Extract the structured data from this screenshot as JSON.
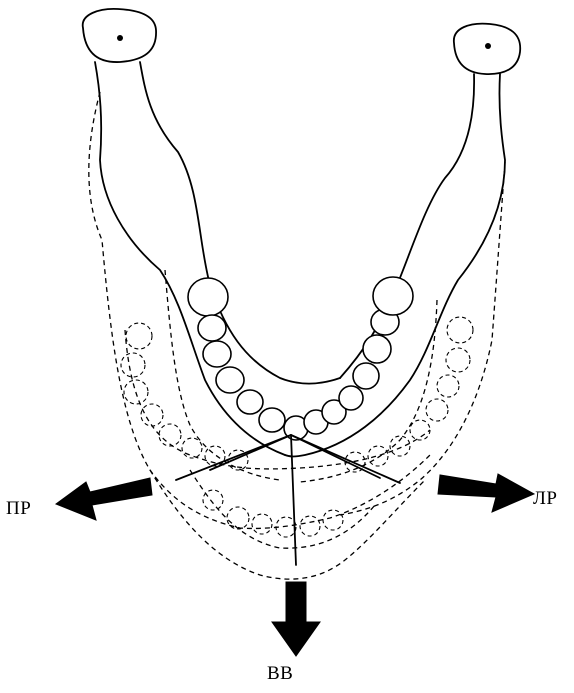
{
  "labels": {
    "left_direction": "ПР",
    "right_direction": "ЛР",
    "bottom_direction": "ВВ"
  },
  "colors": {
    "line": "#000000",
    "background": "#ffffff"
  }
}
